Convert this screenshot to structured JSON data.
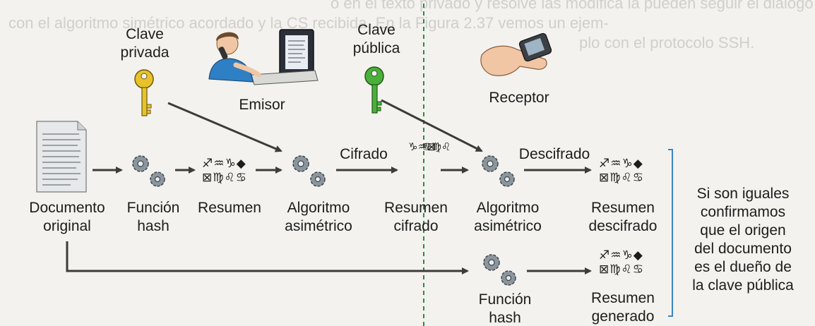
{
  "background_text": {
    "line1": "o en el texto privado y resolve las modifica la pueden seguir el diálogo cifrando",
    "line2": "con el algoritmo simétrico acordado y la CS recibida. En la Figura 2.37 vemos un ejem-",
    "line3": "plo con el protocolo SSH."
  },
  "labels": {
    "private_key": "Clave\nprivada",
    "public_key": "Clave\npública",
    "sender": "Emisor",
    "receiver": "Receptor",
    "original_document": "Documento\noriginal",
    "hash_function_1": "Función\nhash",
    "summary": "Resumen",
    "asym_algorithm_1": "Algoritmo\nasimétrico",
    "cipher_label": "Cifrado",
    "encrypted_summary": "Resumen\ncifrado",
    "asym_algorithm_2": "Algoritmo\nasimétrico",
    "decipher_label": "Descifrado",
    "decrypted_summary": "Resumen\ndescifrado",
    "hash_function_2": "Función\nhash",
    "generated_summary": "Resumen\ngenerado",
    "conclusion": "Si son iguales\nconfirmamos\nque el origen\ndel documento\nes el dueño de\nla clave pública"
  },
  "glyphs": {
    "summary_line1": "♐♒♑◆",
    "summary_line2": "⊠♍♌♋",
    "encrypted_col1": "♑♒⊠",
    "encrypted_col2": "♋♍♌"
  },
  "colors": {
    "arrow": "#3c3c3c",
    "private_key": "#e8c22a",
    "public_key": "#4caf3c",
    "divider": "#2e8b3a",
    "bracket": "#3a84c9",
    "gear": "#7f8a93"
  }
}
